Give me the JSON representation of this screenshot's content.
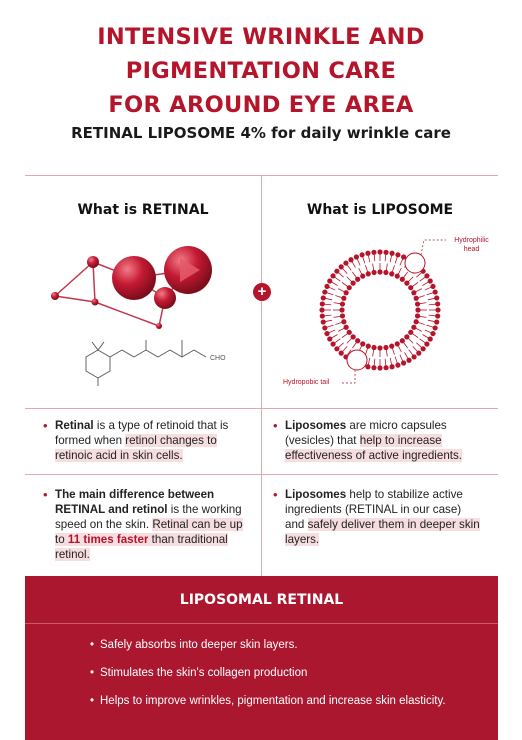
{
  "title": {
    "line1": "INTENSIVE WRINKLE AND",
    "line2": "PIGMENTATION CARE",
    "line3": "FOR AROUND EYE AREA"
  },
  "subtitle": "RETINAL LIPOSOME 4% for daily wrinkle care",
  "left": {
    "heading": "What is RETINAL",
    "formula_label": "CHO",
    "bullet1": {
      "bold": "Retinal",
      "part1": " is a type of retinoid that is formed when ",
      "hl1": "retinol changes to retinoic acid in skin cells."
    },
    "bullet2": {
      "bold": "The main difference between RETINAL and retinol",
      "part1": " is the working speed  on the skin. ",
      "hl1": "Retinal can be up to ",
      "red": "11 times faster",
      "hl2": " than traditional retinol."
    }
  },
  "plus_symbol": "+",
  "right": {
    "heading": "What is LIPOSOME",
    "label_head": "Hydrophilic head",
    "label_tail": "Hydropobic tail",
    "bullet1": {
      "bold": "Liposomes",
      "part1": " are micro capsules (vesicles) that ",
      "hl1": "help to increase effectiveness of active ingredients."
    },
    "bullet2": {
      "bold": "Liposomes",
      "part1": " help to stabilize active ingredients (RETINAL in our case) and ",
      "hl1": "safely deliver them in deeper skin layers."
    }
  },
  "banner": {
    "title": "LIPOSOMAL RETINAL",
    "points": [
      "Safely absorbs into deeper skin layers.",
      "Stimulates the skin's collagen production",
      "Helps to improve wrinkles, pigmentation and increase skin elasticity."
    ]
  },
  "colors": {
    "brand_red": "#b5152b",
    "banner_red": "#ac1730",
    "highlight": "#f6dde0"
  }
}
